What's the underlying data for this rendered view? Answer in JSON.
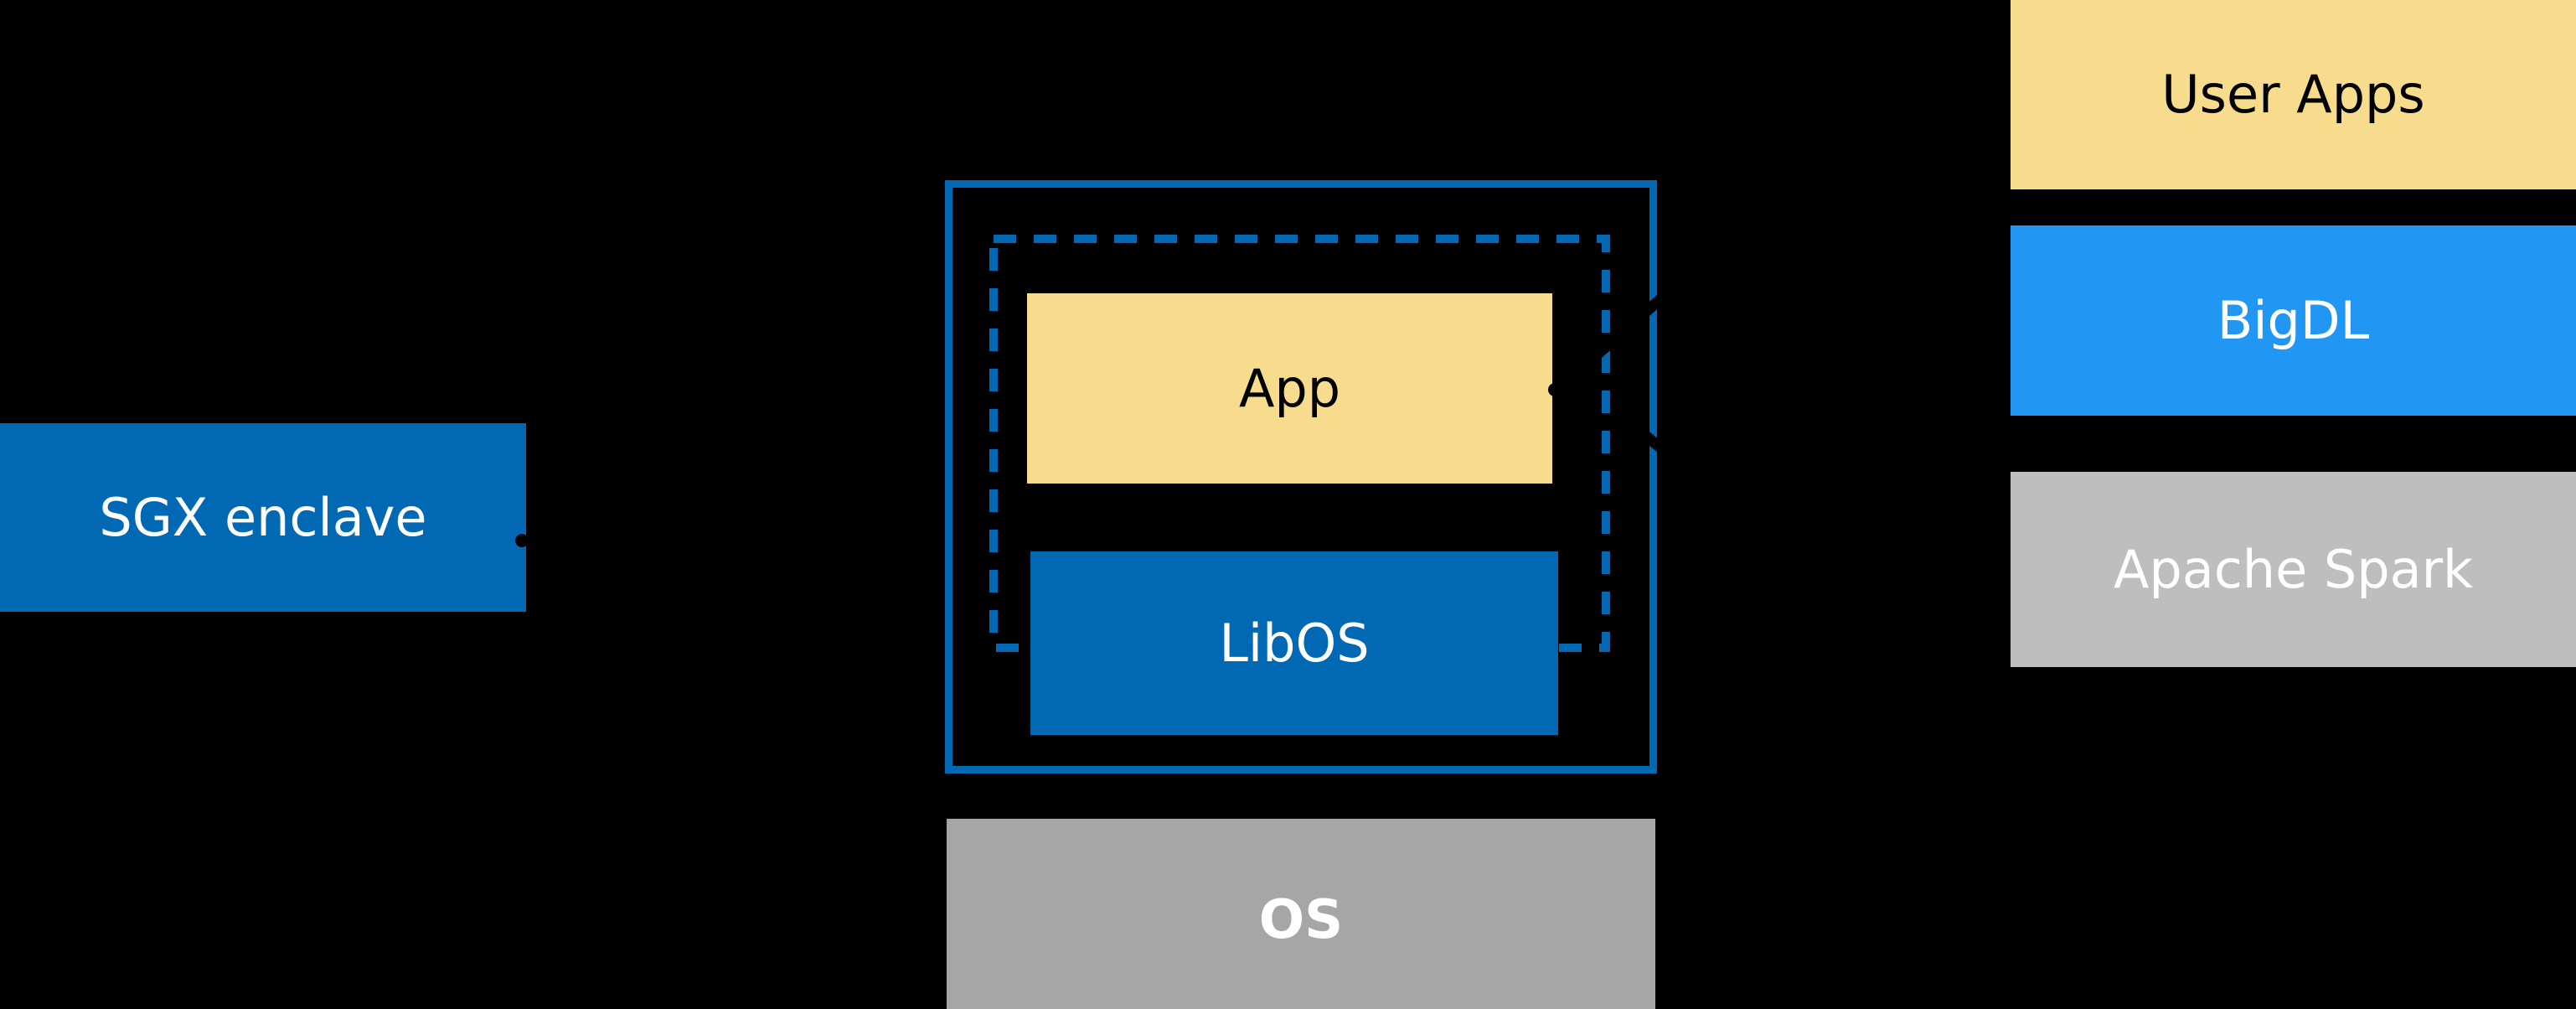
{
  "diagram": {
    "title_hidden": "",
    "background_color": "#000000",
    "colors": {
      "enclave_blue": "#0169B4",
      "bigdl_azure": "#2196F3",
      "app_yellow": "#F7DC8D",
      "os_gray": "#A6A6A6",
      "spark_gray": "#BEBEBE",
      "text_light": "#FFFFFF",
      "text_dark": "#000000"
    },
    "left": {
      "sgx_label": "SGX enclave"
    },
    "center": {
      "app_label": "App",
      "libos_label": "LibOS",
      "os_label": "OS"
    },
    "right_stack": [
      {
        "label": "User Apps"
      },
      {
        "label": "BigDL"
      },
      {
        "label": "Apache Spark"
      }
    ]
  }
}
